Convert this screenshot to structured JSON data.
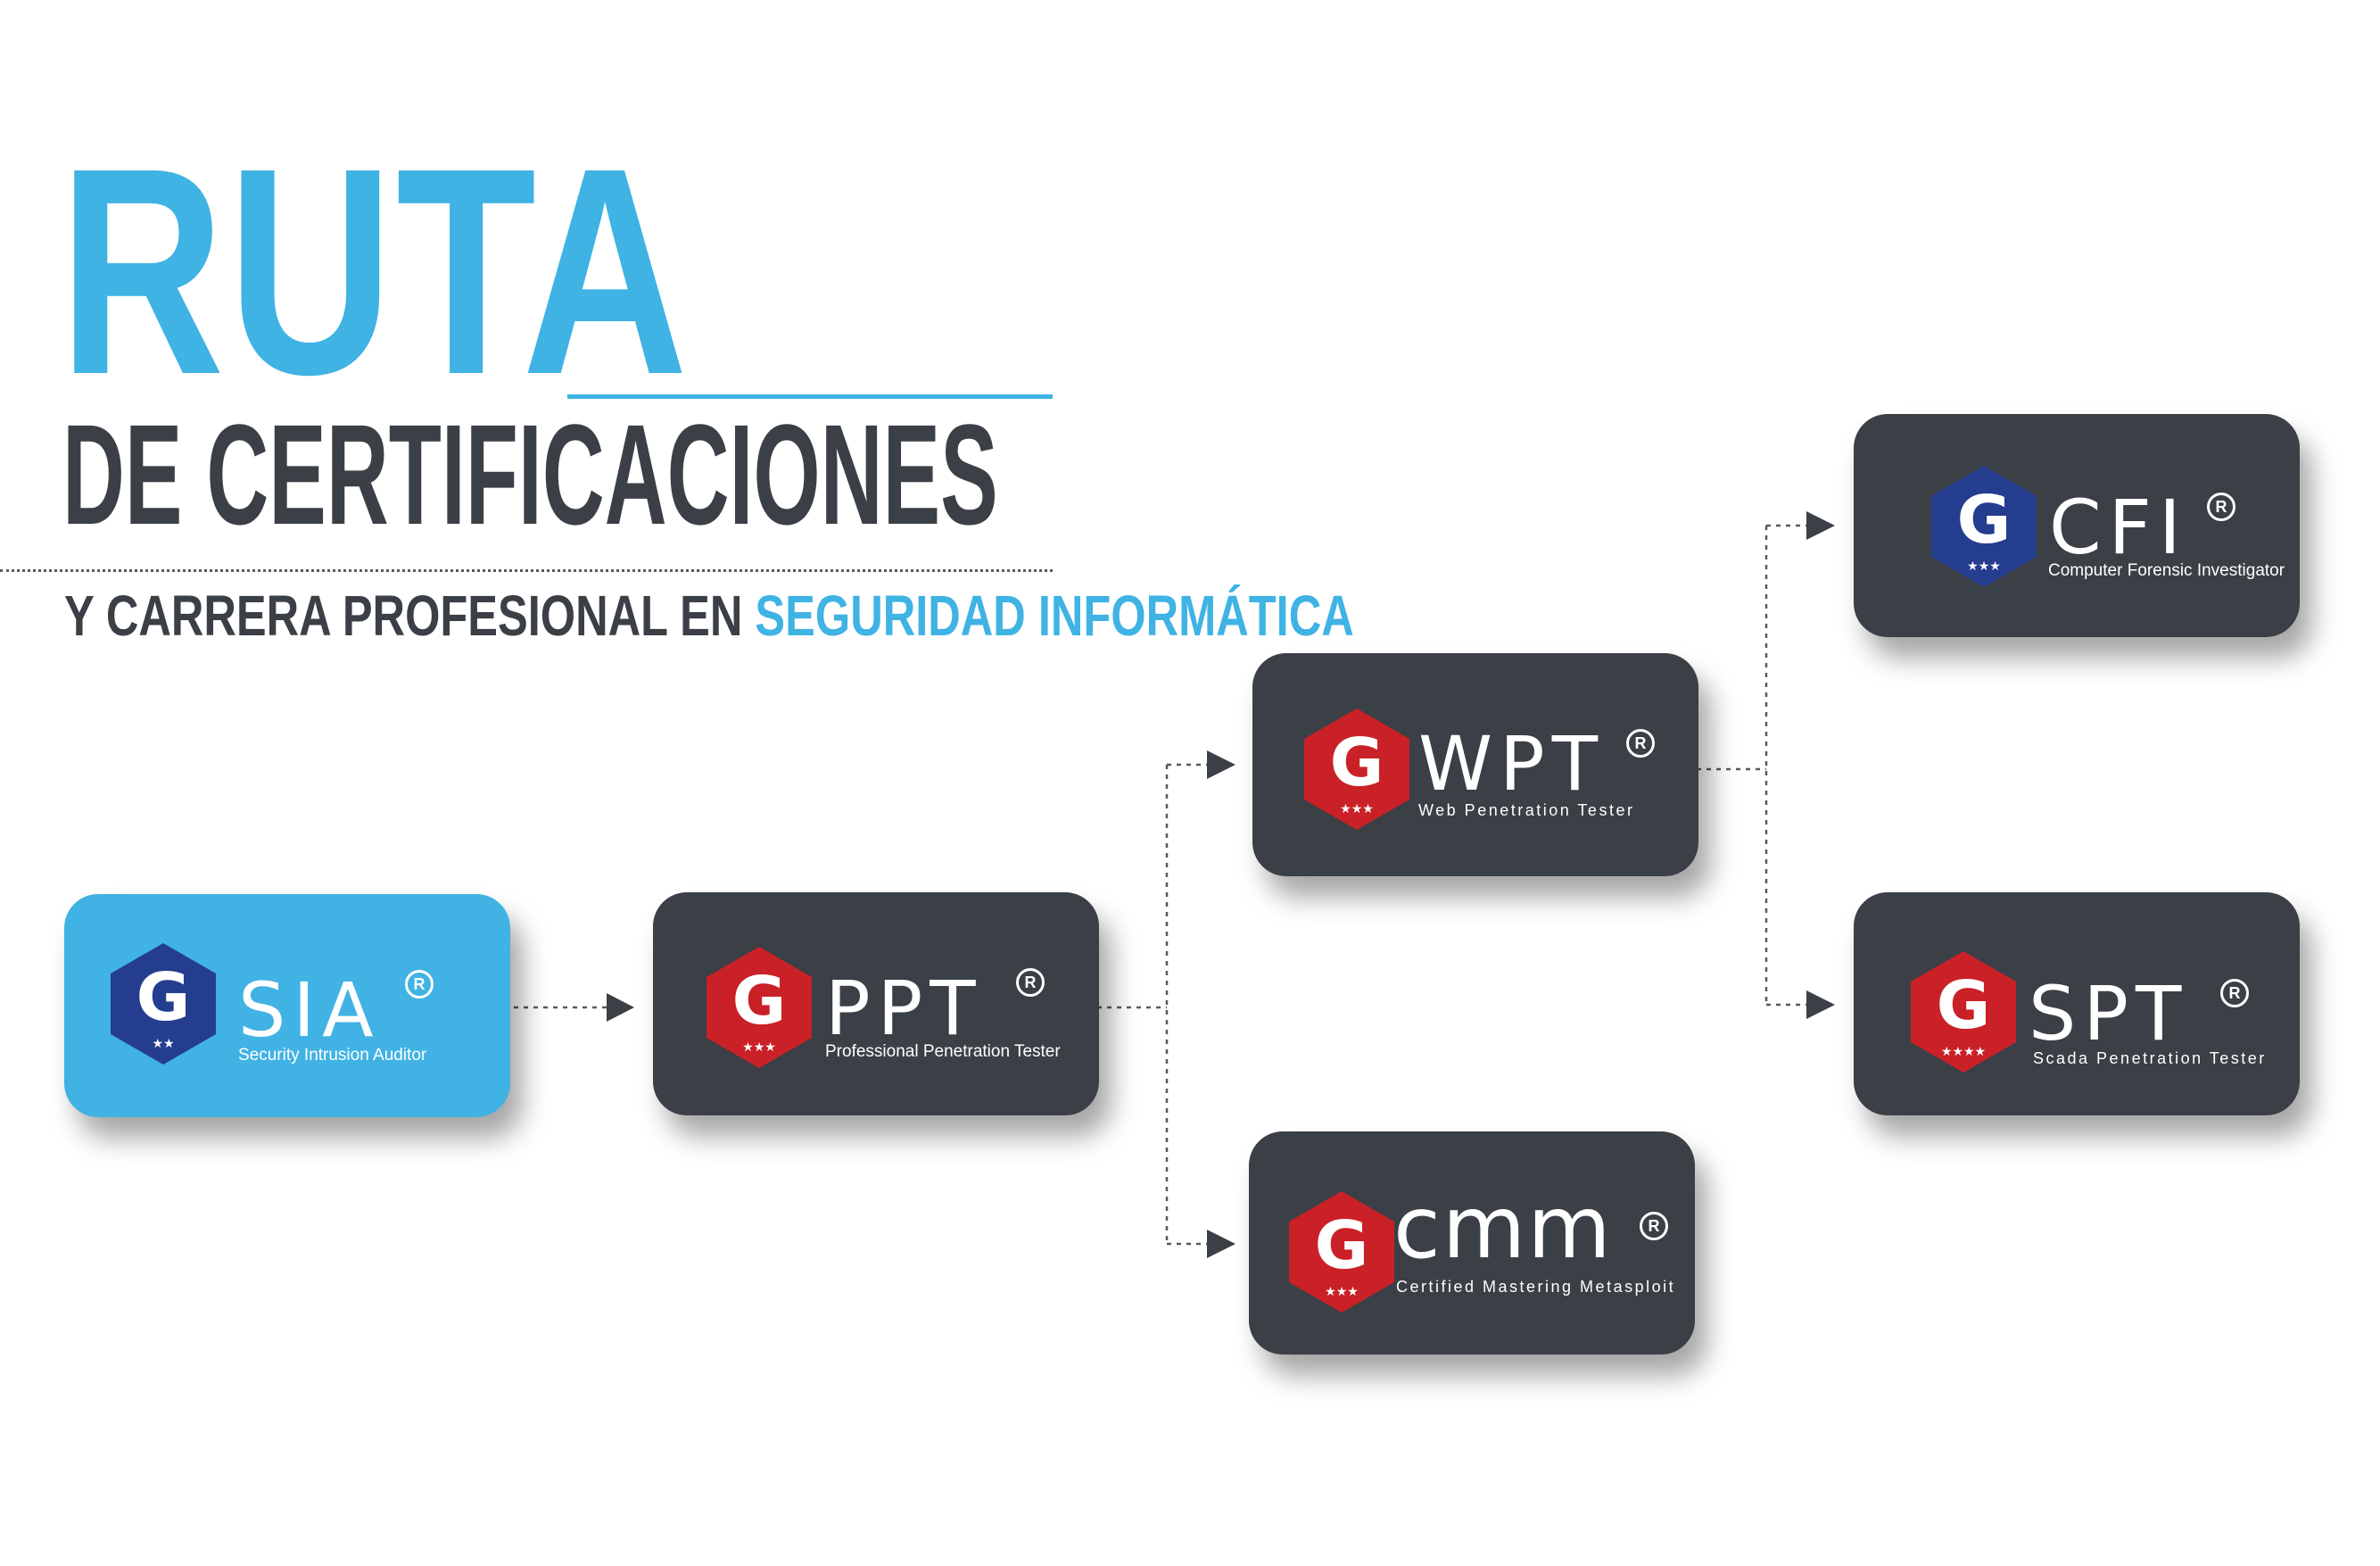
{
  "title": {
    "line1": "RUTA",
    "line2": "DE CERTIFICACIONES",
    "tagline_prefix": "Y CARRERA PROFESIONAL EN ",
    "tagline_highlight": "SEGURIDAD INFORMÁTICA"
  },
  "colors": {
    "accent_blue": "#3fb3e3",
    "dark": "#3b3f46",
    "badge_red": "#c92127",
    "badge_navy": "#253d8f"
  },
  "certifications": [
    {
      "id": "gsia",
      "badge_letter": "G",
      "code": "SIA",
      "reg": "R",
      "subtitle": "Security Intrusion Auditor",
      "stars": "★★",
      "badge_color": "navy",
      "card": "light"
    },
    {
      "id": "gppt",
      "badge_letter": "G",
      "code": "PPT",
      "reg": "R",
      "subtitle": "Professional Penetration Tester",
      "stars": "★★★",
      "badge_color": "red",
      "card": "dark"
    },
    {
      "id": "gwpt",
      "badge_letter": "G",
      "code": "WPT",
      "reg": "R",
      "subtitle": "Web Penetration Tester",
      "stars": "★★★",
      "badge_color": "red",
      "card": "dark"
    },
    {
      "id": "gcmm",
      "badge_letter": "G",
      "code": "cmm",
      "reg": "R",
      "subtitle": "Certified Mastering Metasploit",
      "stars": "★★★",
      "badge_color": "red",
      "card": "dark"
    },
    {
      "id": "gcfi",
      "badge_letter": "G",
      "code": "CFI",
      "reg": "R",
      "subtitle": "Computer Forensic Investigator",
      "stars": "★★★",
      "badge_color": "navy",
      "card": "dark"
    },
    {
      "id": "gspt",
      "badge_letter": "G",
      "code": "SPT",
      "reg": "R",
      "subtitle": "Scada Penetration Tester",
      "stars": "★★★★",
      "badge_color": "red",
      "card": "dark"
    }
  ],
  "edges": [
    {
      "from": "gsia",
      "to": "gppt"
    },
    {
      "from": "gppt",
      "to": "gwpt"
    },
    {
      "from": "gppt",
      "to": "gcmm"
    },
    {
      "from": "gwpt",
      "to": "gcfi"
    },
    {
      "from": "gwpt",
      "to": "gspt"
    }
  ]
}
